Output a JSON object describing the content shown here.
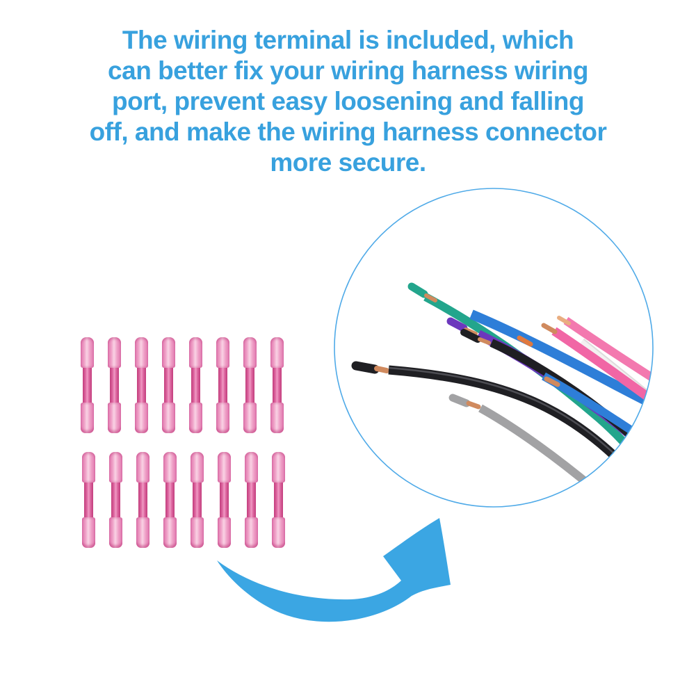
{
  "heading": {
    "lines": [
      "The wiring terminal is included, which",
      "can better fix your wiring harness wiring",
      "port, prevent easy loosening and falling",
      "off, and make the wiring harness connector",
      "more secure."
    ]
  },
  "connectors": {
    "label": "pink heat-shrink butt connectors",
    "rows": 2,
    "per_row": 8,
    "count": 16
  },
  "zoom_circle": {
    "label": "magnified wire-ends view",
    "wire_colors": {
      "green": "#23a58c",
      "blue": "#2e7ed8",
      "purple": "#6c38bd",
      "black": "#1f1f23",
      "black_sheen": "#63636a",
      "pink": "#f166a5",
      "pink_light": "#f379af",
      "white": "#f3f1f1",
      "white_edge": "#dedcdc",
      "gray": "#a2a2a4",
      "copper": "#d08a5e",
      "copper_light": "#e9ad80",
      "orange": "#e0793f"
    }
  },
  "theme": {
    "background": "#ffffff",
    "heading_color": "#38a1de",
    "arrow_color": "#3ba6e3",
    "circle_border": "#4faae8",
    "tube": "#ee9dc5",
    "tube_edge": "#df76ad",
    "tube_highlight": "#f9d2e4",
    "barrel": "#dd66a0",
    "barrel_edge": "#c23d7c",
    "barrel_highlight": "#f09ac4"
  }
}
